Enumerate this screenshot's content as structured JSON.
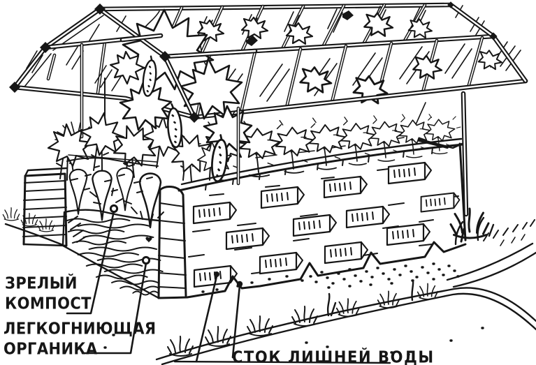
{
  "illustration": {
    "paper_color": "#ffffff",
    "ink_color": "#161616",
    "labels": {
      "mature_compost": "ЗРЕЛЫЙ\nКОМПОСТ",
      "rotting_organics": "ЛЕГКОГНИЮЩАЯ\nОРГАНИКА",
      "excess_water_drain": "СТОК ЛИШНЕЙ ВОДЫ"
    }
  }
}
